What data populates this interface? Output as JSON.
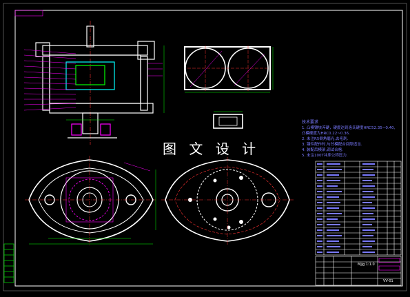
{
  "window": {
    "title": "",
    "big_text": "图 文 设 计"
  },
  "tech_requirements": {
    "title": "技术要求",
    "lines": [
      "1. 凸模镶块淬硬，硬度达到洛氏硬度HRC52.35~0.40,",
      "   凸模硬度为HRC0.22~0.36.",
      "2. 未注R5倒角磨光,去毛刺.",
      "3. 镶件配作时,与凹模配合间隙适当.",
      "4. 装配后模架,调试合格.",
      "5. 未注100T冲床公称压力."
    ]
  },
  "title_block": {
    "scale": "Mjjg 1:1.0",
    "drawing_no": "VV-01"
  },
  "colors": {
    "background": "#000000",
    "border": "#ffffff",
    "outline": "#ffffff",
    "dimension": "#00ff00",
    "leader": "#ff00ff",
    "center_line": "#ff3333",
    "text_blue": "#7a7aff",
    "side_bar": "#00cc00"
  }
}
